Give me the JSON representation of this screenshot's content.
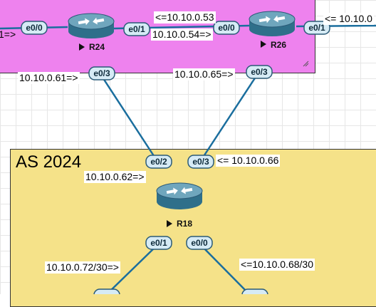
{
  "areas": {
    "as_top": {
      "fill": "#ee82ee",
      "border": "#333333"
    },
    "as_bottom": {
      "title": "AS 2024",
      "fill": "#f5e289",
      "border": "#333333"
    }
  },
  "routers": [
    {
      "id": "r24",
      "name": "R24"
    },
    {
      "id": "r26",
      "name": "R26"
    },
    {
      "id": "r18",
      "name": "R18"
    }
  ],
  "interfaces": [
    {
      "id": "r24-left-e00",
      "label": "e0/0"
    },
    {
      "id": "r24-e01",
      "label": "e0/1"
    },
    {
      "id": "r24-e03",
      "label": "e0/3"
    },
    {
      "id": "r26-e00",
      "label": "e0/0"
    },
    {
      "id": "r26-e01",
      "label": "e0/1"
    },
    {
      "id": "r26-e03",
      "label": "e0/3"
    },
    {
      "id": "r18-e02",
      "label": "e0/2"
    },
    {
      "id": "r18-e03",
      "label": "e0/3"
    },
    {
      "id": "r18-e01",
      "label": "e0/1"
    },
    {
      "id": "r18-e00",
      "label": "e0/0"
    }
  ],
  "address_labels": {
    "left_edge": "1=>",
    "r26_from_r24": "<=10.10.0.53",
    "r24_to_r26": "10.10.0.54=>",
    "right_edge": "<= 10.10.0",
    "r24_e03": "10.10.0.61=>",
    "r26_e03": "10.10.0.65=>",
    "r18_e03": "<= 10.10.0.66",
    "r18_e02": "10.10.0.62=>",
    "r18_e01": "10.10.0.72/30=>",
    "r18_e00": "<=10.10.0.68/30"
  },
  "colors": {
    "link": "#1a6e9e",
    "router_body": "#2f6f8a",
    "router_top": "#6fa6bd",
    "iface_fill": "#d6ebf5",
    "iface_border": "#2a5a77"
  }
}
